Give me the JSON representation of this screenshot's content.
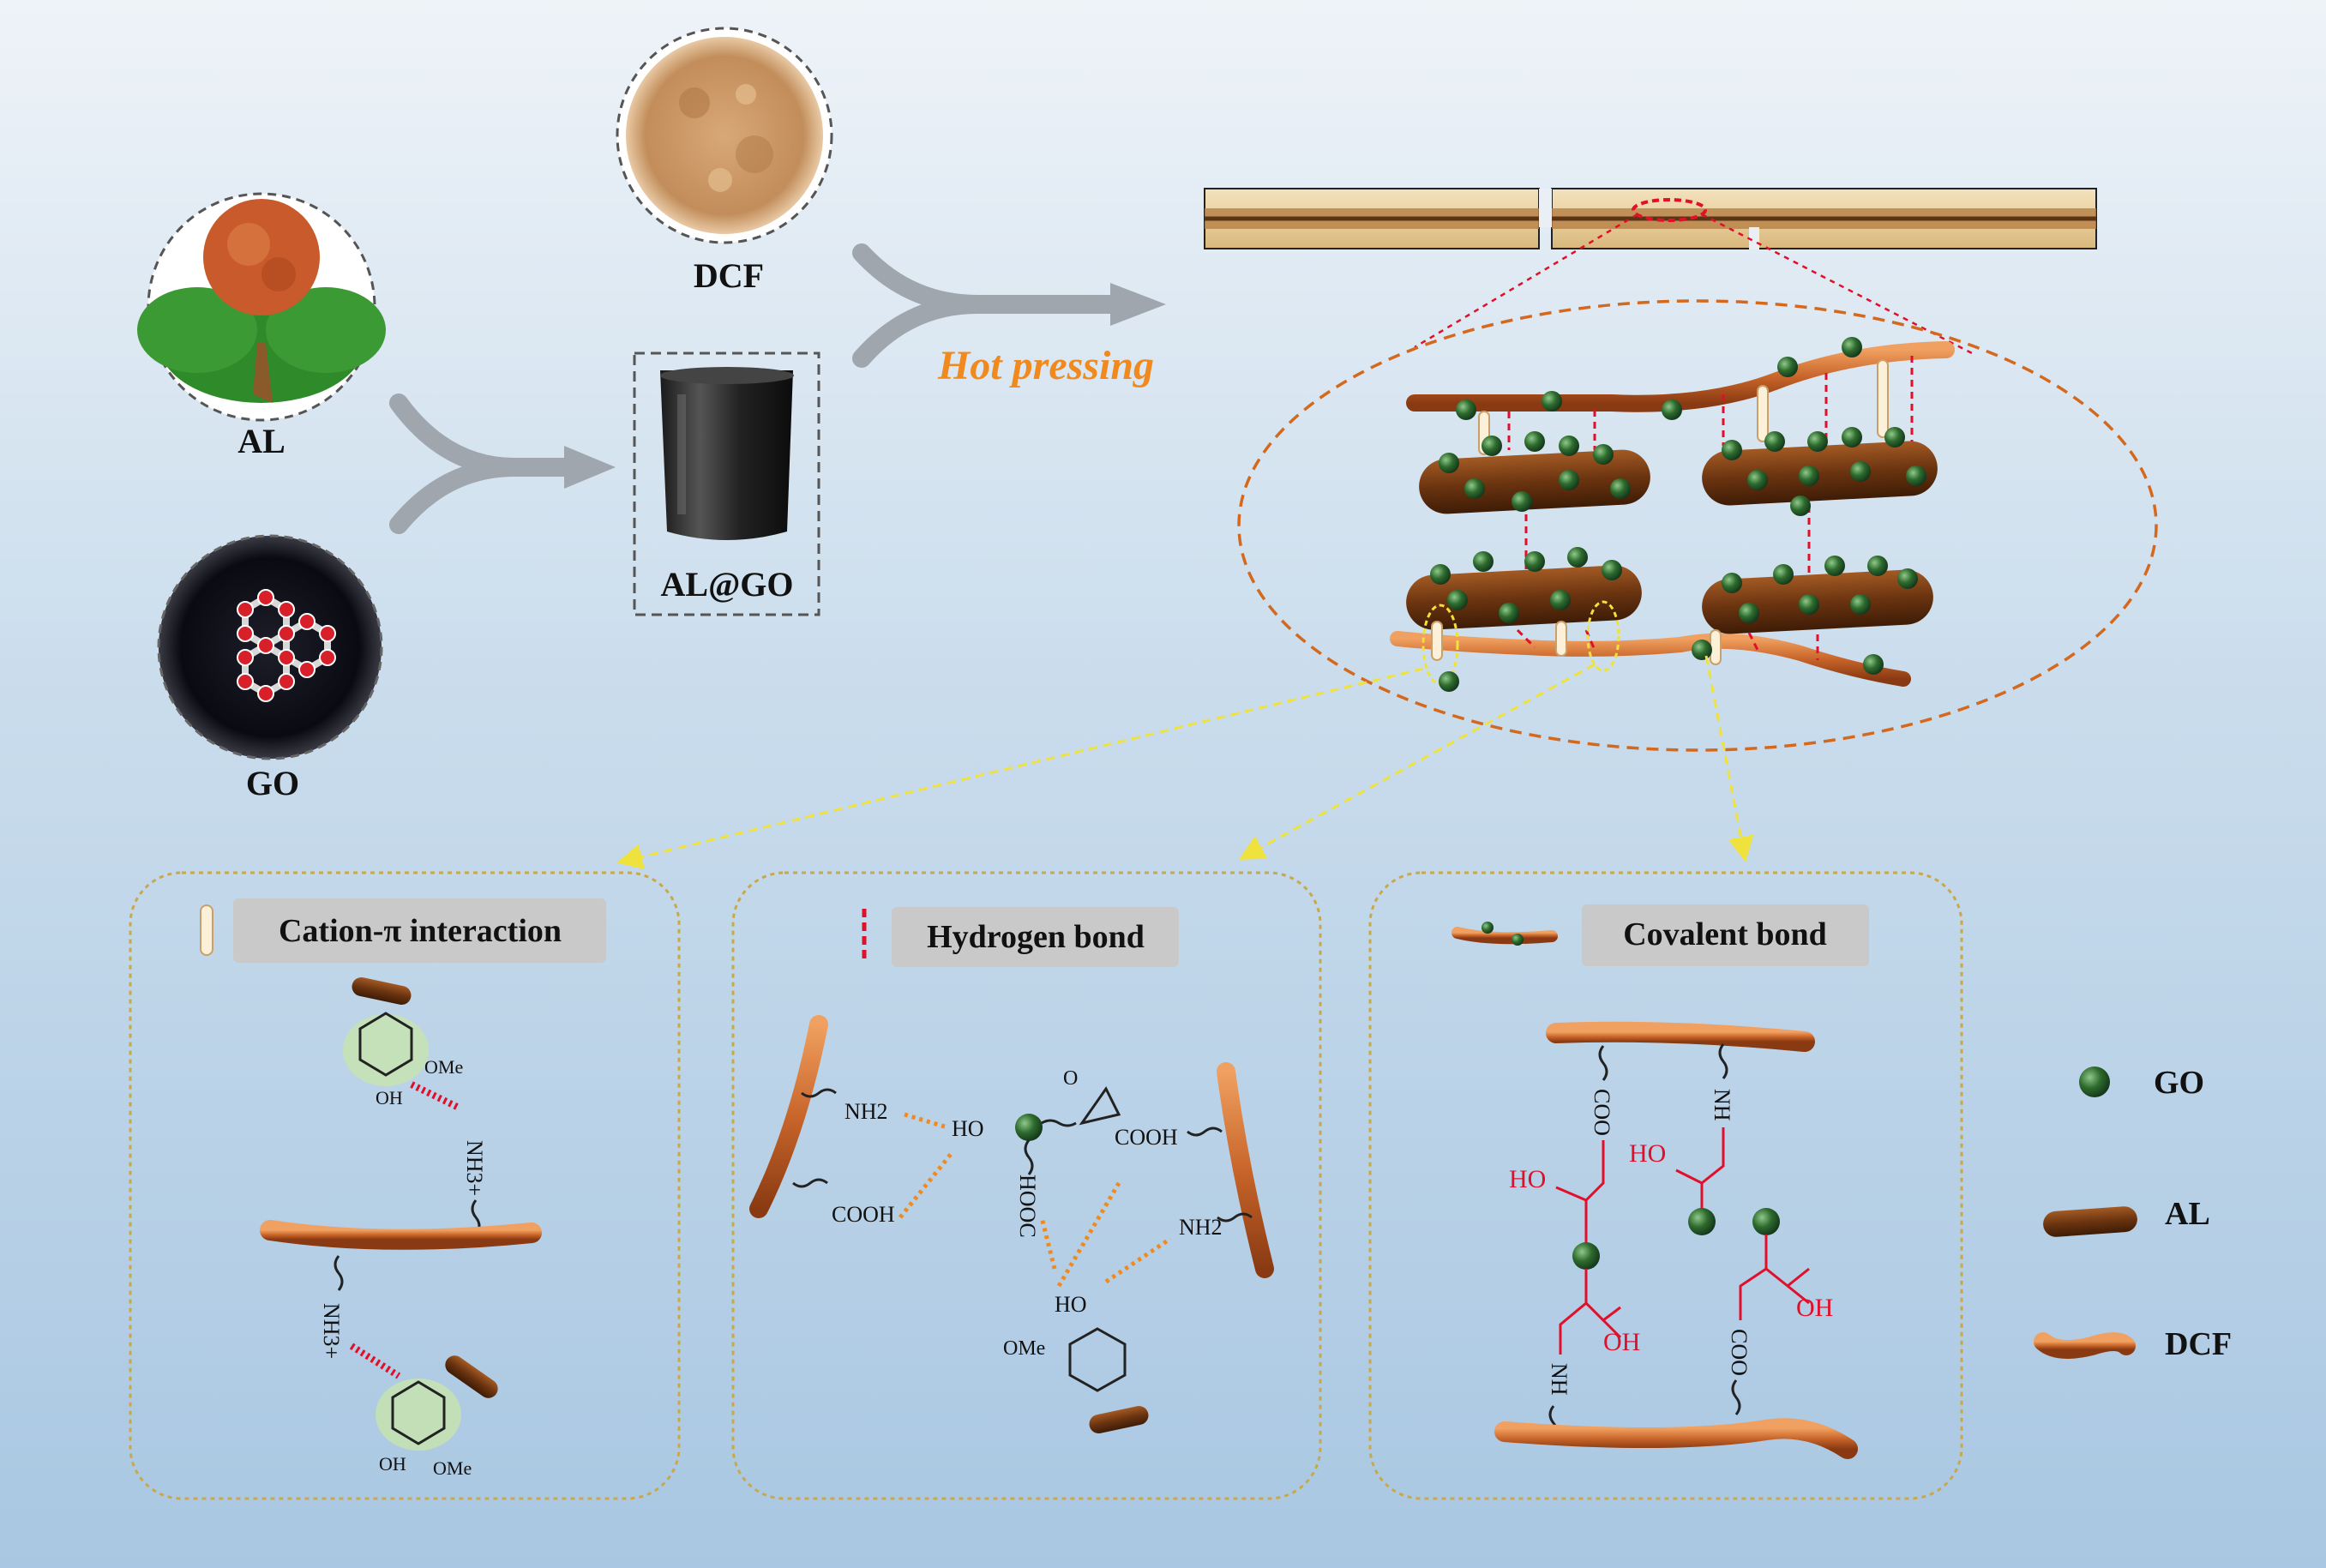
{
  "inputs": {
    "al": "AL",
    "go": "GO",
    "dcf": "DCF",
    "algo": "AL@GO"
  },
  "process": {
    "hot_pressing": "Hot pressing"
  },
  "panels": {
    "cation": {
      "title": "Cation-π interaction",
      "labels": {
        "ome1": "OMe",
        "oh1": "OH",
        "nh3a": "NH3+",
        "nh3b": "NH3+",
        "oh2": "OH",
        "ome2": "OMe"
      }
    },
    "hydrogen": {
      "title": "Hydrogen bond",
      "labels": {
        "nh2a": "NH2",
        "ho1": "HO",
        "cooh1": "COOH",
        "hooc": "HOOC",
        "cooh2": "COOH",
        "nh2b": "NH2",
        "ho2": "HO",
        "ome": "OMe",
        "o": "O"
      }
    },
    "covalent": {
      "title": "Covalent bond",
      "labels": {
        "coo1": "COO",
        "nh1": "NH",
        "ho1": "HO",
        "ho2": "HO",
        "oh1": "OH",
        "oh2": "OH",
        "nh2": "NH",
        "coo2": "COO"
      }
    }
  },
  "legend": [
    {
      "name": "go",
      "label": "GO"
    },
    {
      "name": "al",
      "label": "AL"
    },
    {
      "name": "dcf",
      "label": "DCF"
    }
  ],
  "colors": {
    "fiber": "#c8652a",
    "lignin": "#6b3410",
    "go_bead": "#2e6b2e",
    "hbond": "#e0102a",
    "arrow": "#9fa6ae",
    "highlight": "#f08a1e",
    "panel_border": "#c9a84a"
  }
}
